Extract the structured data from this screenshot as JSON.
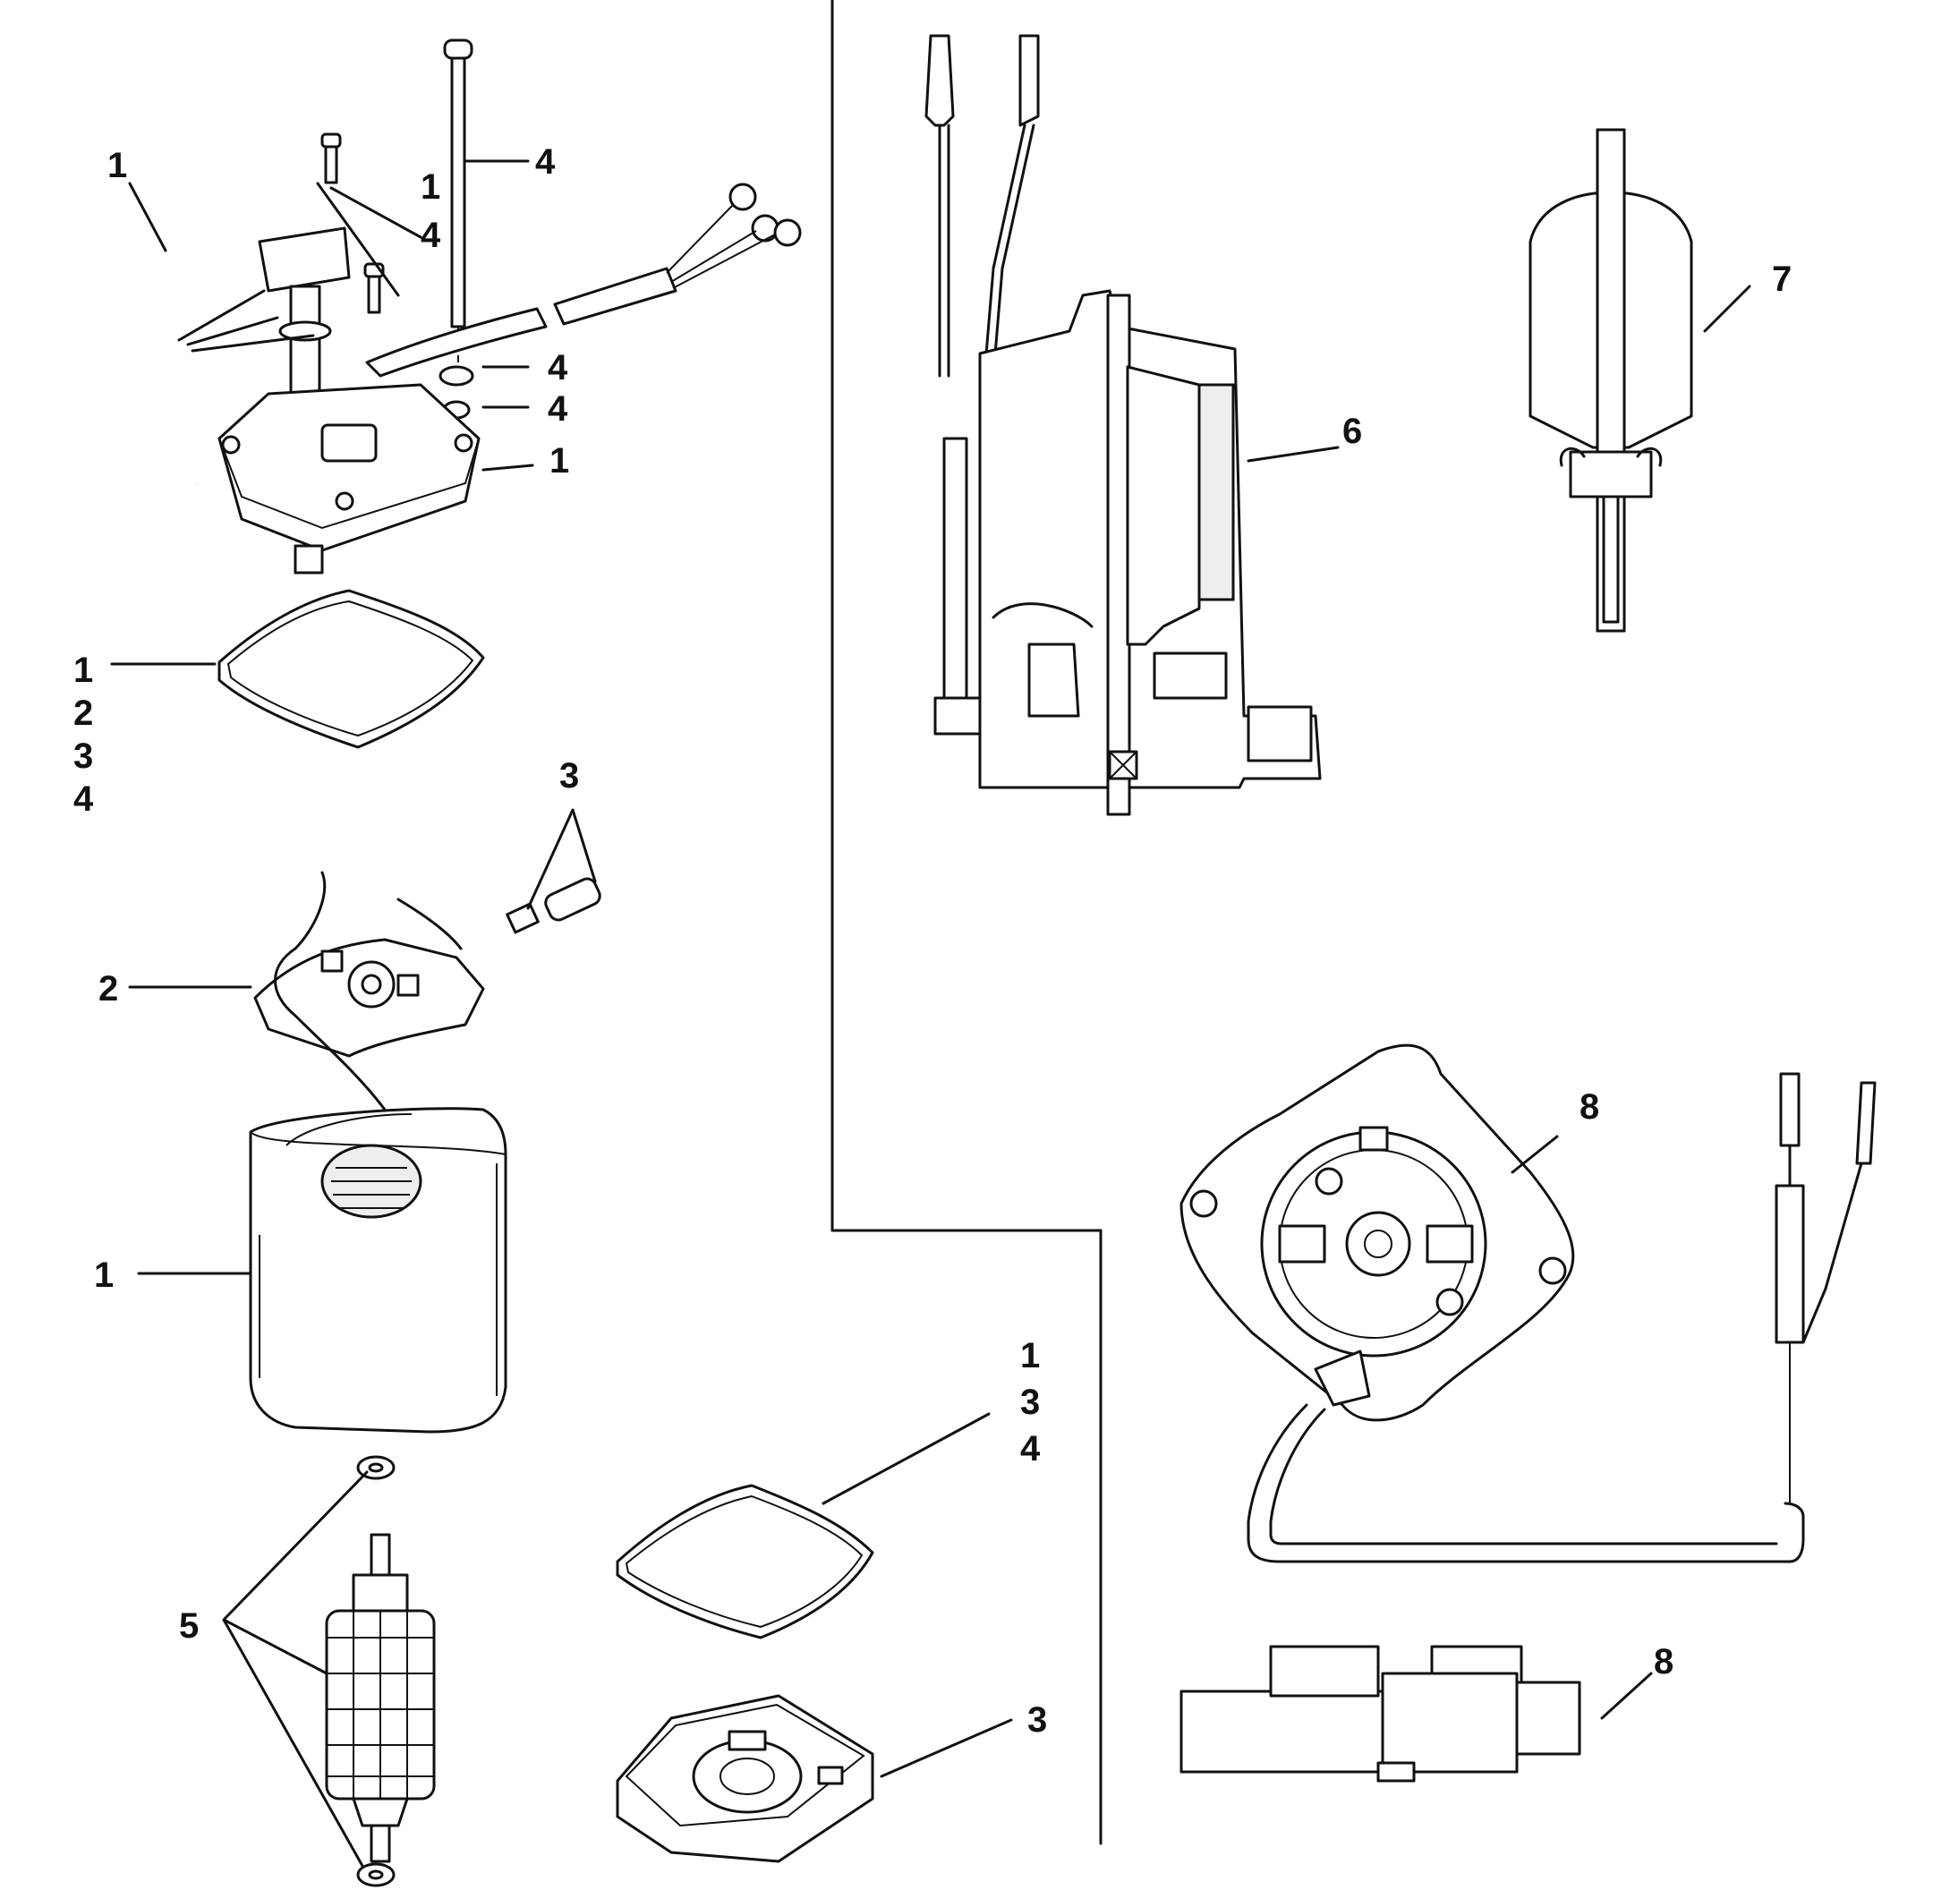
{
  "labels": {
    "hose_top_left": "1",
    "bolt_long": "4",
    "screw_group_a": "1",
    "screw_group_b": "4",
    "washer_a": "4",
    "washer_b": "4",
    "end_cap_top": "1",
    "seal_top_1": "1",
    "seal_top_2": "2",
    "seal_top_3": "3",
    "seal_top_4": "4",
    "brush_kit": "3",
    "brush_plate": "2",
    "frame": "1",
    "armature": "5",
    "seal_bottom_1": "1",
    "seal_bottom_3": "3",
    "seal_bottom_4": "4",
    "end_cap_bottom": "3",
    "motor_assembly": "6",
    "armature_alt": "7",
    "end_plate": "8",
    "end_plate_side": "8"
  }
}
